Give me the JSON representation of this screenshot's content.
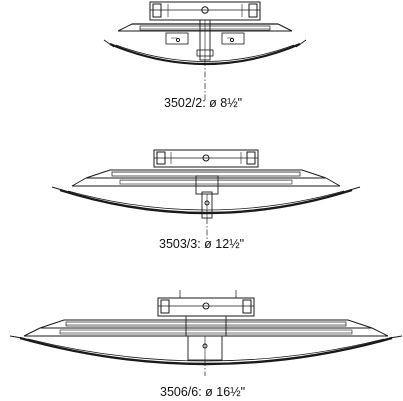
{
  "captions": [
    "3502/2: ø 8½\"",
    "3503/3: ø 12½\"",
    "3506/6: ø 16½\""
  ],
  "colors": {
    "line": "#1a1a1a",
    "background": "#ffffff"
  }
}
